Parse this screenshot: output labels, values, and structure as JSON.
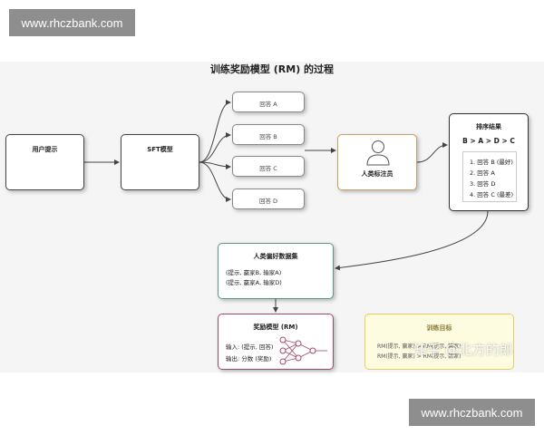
{
  "watermark": {
    "top": "www.rhczbank.com",
    "bottom": "www.rhczbank.com",
    "zhihu": "知乎 @北方的郎"
  },
  "title": "训练奖励模型 (RM) 的过程",
  "user_prompt": "用户提示",
  "sft_model": "SFT模型",
  "answers": [
    "回答 A",
    "回答 B",
    "回答 C",
    "回答 D"
  ],
  "human_annotator": "人类标注员",
  "ranking": {
    "title": "排序结果",
    "order": "B > A > D > C",
    "items": [
      "1. 回答 B (最好)",
      "2. 回答 A",
      "3. 回答 D",
      "4. 回答 C (最差)"
    ]
  },
  "preference_data": {
    "title": "人类偏好数据集",
    "lines": [
      "(提示, 赢家B, 输家A)",
      "(提示, 赢家A, 输家D)"
    ]
  },
  "reward_model": {
    "title": "奖励模型 (RM)",
    "input": "输入: (提示, 回答)",
    "output": "输出: 分数 (奖励)"
  },
  "training_goal": {
    "title": "训练目标",
    "lines": [
      "RM(提示, 赢家) > RM(提示, 输家)",
      "RM(提示, 赢家) > RM(提示, 输家)"
    ]
  },
  "colors": {
    "annotator_border": "#c8a060",
    "dataset_border": "#5a9a80",
    "rm_border": "#a04a6a",
    "goal_border": "#e0d060",
    "goal_fill": "#fdfbe0"
  }
}
